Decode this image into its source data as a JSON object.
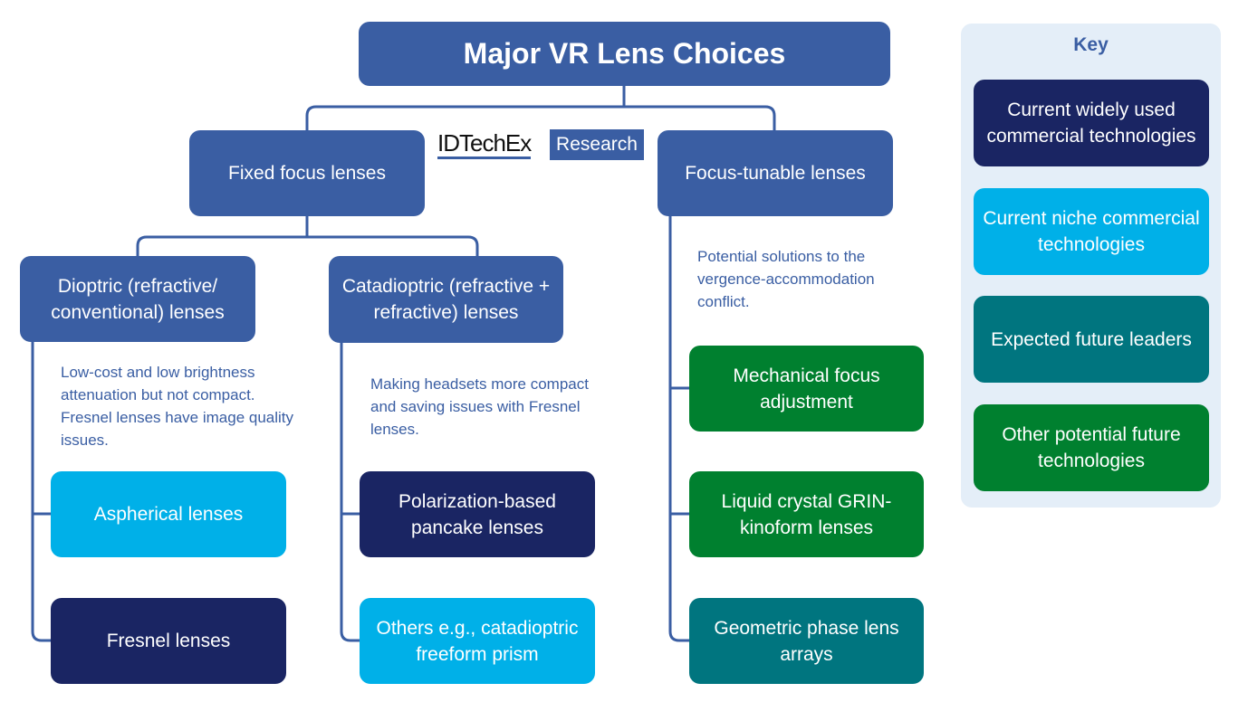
{
  "title": "Major VR Lens Choices",
  "logo": {
    "brand": "IDTechEx",
    "suffix": "Research"
  },
  "colors": {
    "mid_blue": "#3a5ea3",
    "navy": "#1a2563",
    "cyan": "#00b0e8",
    "teal": "#00757f",
    "green": "#00802f",
    "key_bg": "#e4eef8"
  },
  "fixed": {
    "label": "Fixed focus lenses",
    "dioptric": {
      "label": "Dioptric (refractive/ conventional) lenses",
      "description": "Low-cost and low brightness attenuation but not compact. Fresnel lenses have image quality issues.",
      "items": [
        "Aspherical lenses",
        "Fresnel lenses"
      ]
    },
    "catadioptric": {
      "label": "Catadioptric (refractive + refractive) lenses",
      "description": "Making headsets more compact and saving issues with Fresnel lenses.",
      "items": [
        "Polarization-based pancake lenses",
        "Others e.g., catadioptric freeform prism"
      ]
    }
  },
  "tunable": {
    "label": "Focus-tunable lenses",
    "description": "Potential solutions to the vergence-accommodation conflict.",
    "items": [
      "Mechanical focus adjustment",
      "Liquid crystal GRIN-kinoform lenses",
      "Geometric phase lens arrays"
    ]
  },
  "key": {
    "title": "Key",
    "items": [
      "Current widely used commercial technologies",
      "Current niche commercial technologies",
      "Expected future leaders",
      "Other potential future technologies"
    ]
  }
}
